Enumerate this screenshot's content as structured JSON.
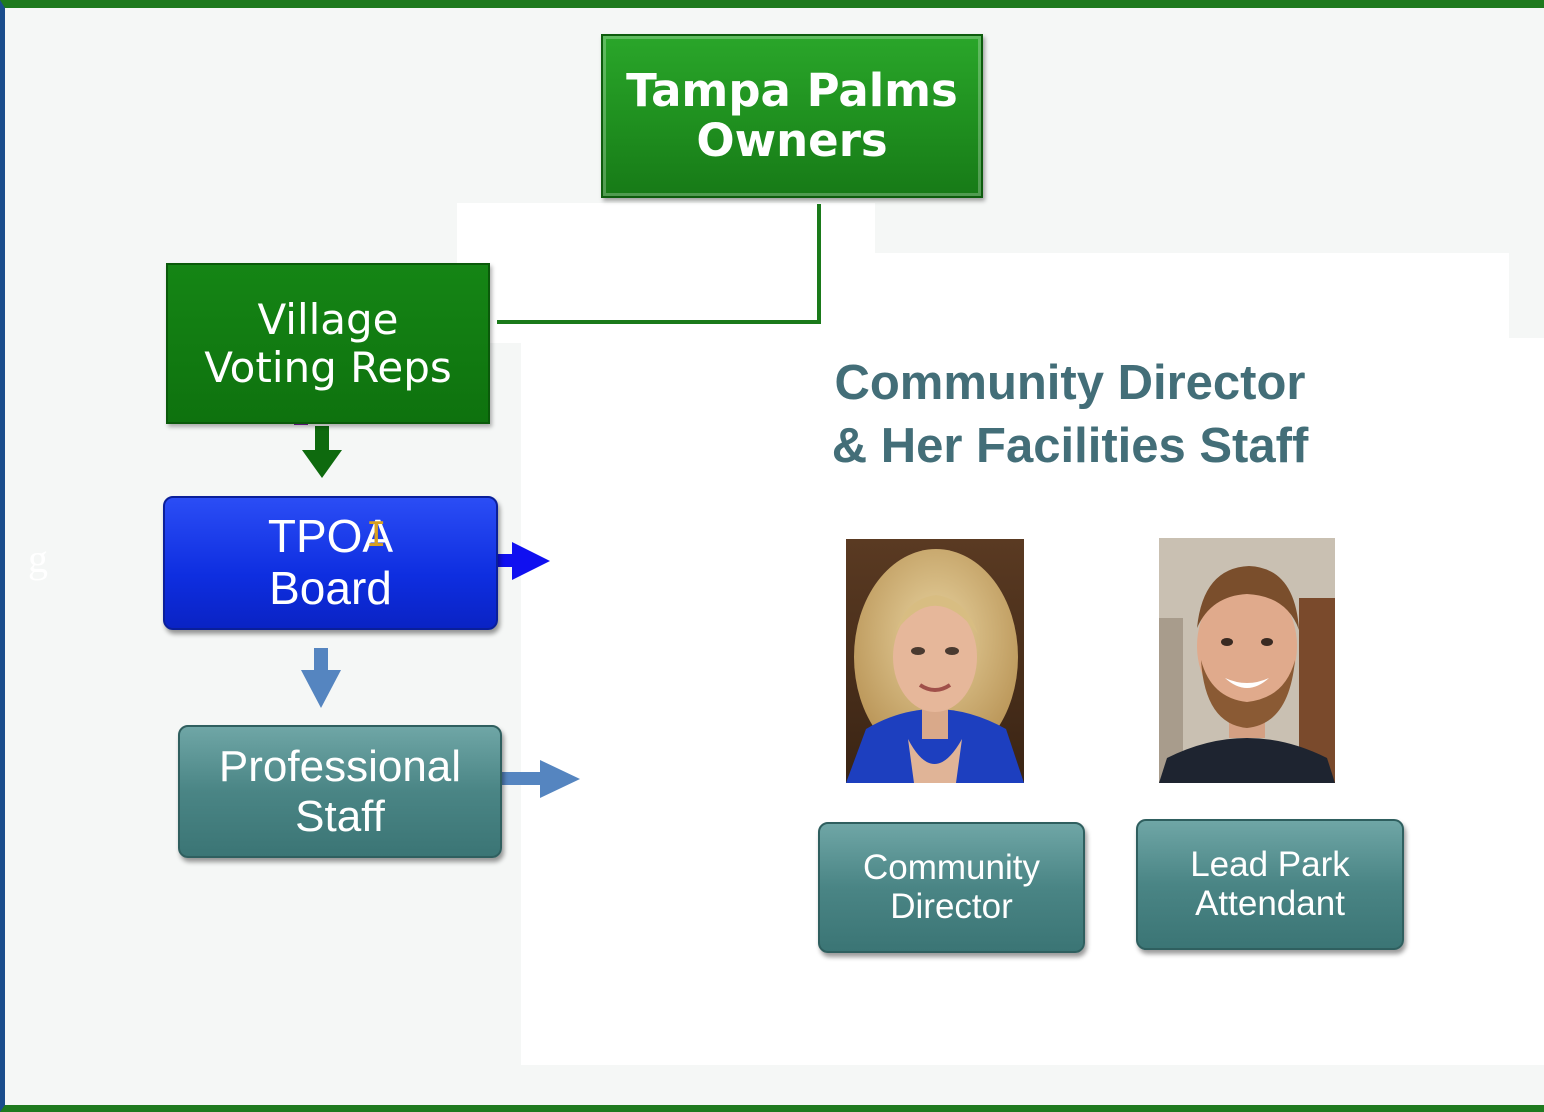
{
  "diagram": {
    "owners_box": {
      "line1": "Tampa Palms",
      "line2": "Owners"
    },
    "voting_reps_box": {
      "line1": "Village",
      "line2": "Voting Reps"
    },
    "board_box": {
      "line1": "TPOA",
      "line2": "Board"
    },
    "staff_box": {
      "line1": "Professional",
      "line2": "Staff"
    },
    "stray_glyph": "g"
  },
  "panel": {
    "heading_line1": "Community Director",
    "heading_line2": "& Her Facilities Staff",
    "people": [
      {
        "role_line1": "Community",
        "role_line2": "Director"
      },
      {
        "role_line1": "Lead Park",
        "role_line2": "Attendant"
      }
    ]
  },
  "colors": {
    "frame_green": "#1e7a1e",
    "owners_green": "#1f8f1f",
    "reps_green": "#0e720e",
    "board_blue": "#0e2ee0",
    "staff_teal": "#4a8585",
    "heading_slate": "#436e78",
    "arrow_green": "#0e6a0e",
    "arrow_blue": "#1010f0",
    "arrow_steel": "#5585c0"
  }
}
